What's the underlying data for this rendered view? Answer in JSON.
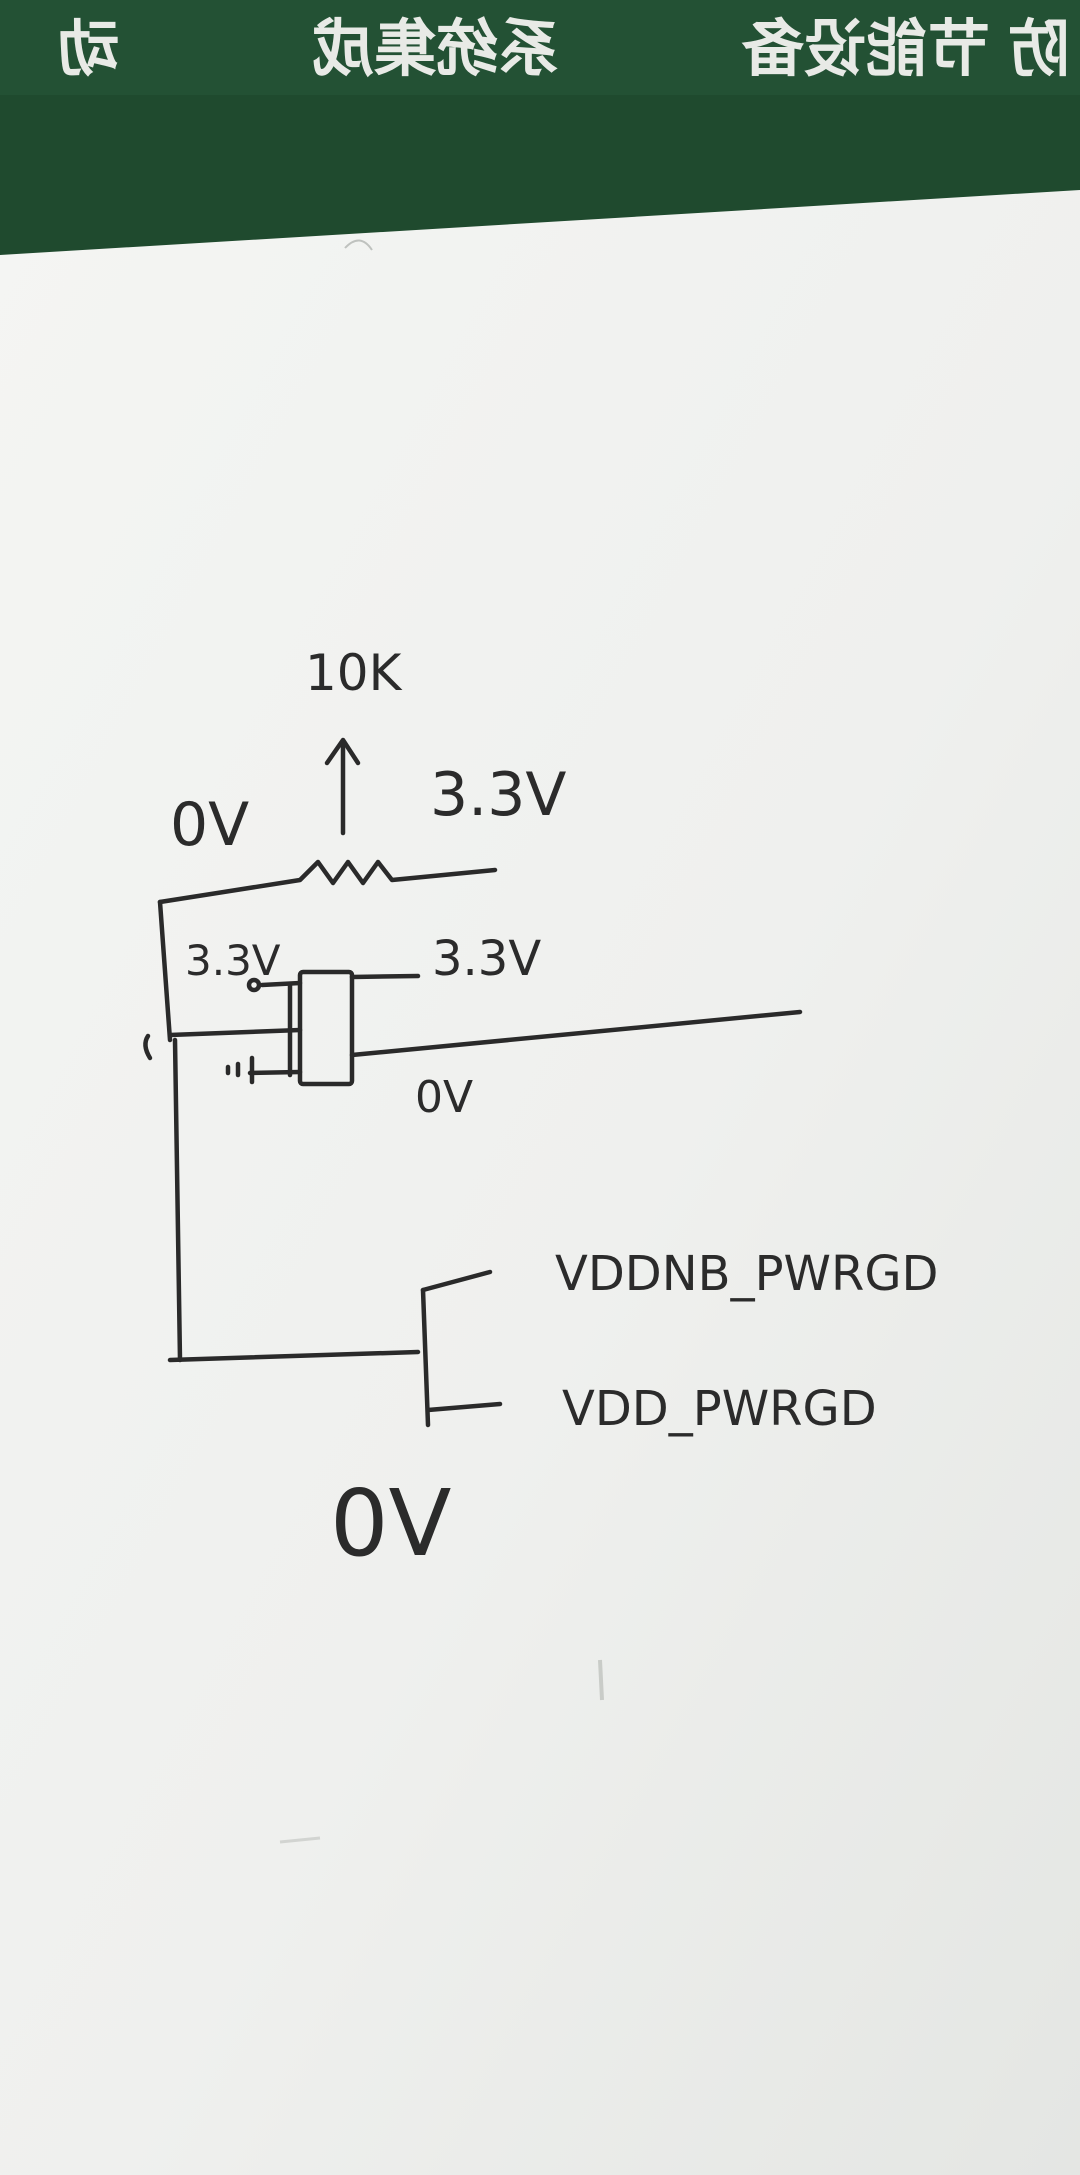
{
  "background_sign": {
    "color": "#1f4a2e",
    "text_color": "#e8eae6",
    "segments": [
      "动",
      "系统集成",
      "节能设备",
      "防"
    ]
  },
  "paper": {
    "color": "#f1f2f0"
  },
  "schematic": {
    "ink_color": "#2a2a2a",
    "labels": {
      "resistor_value": "10K",
      "pot_left": "0V",
      "pot_right": "3.3V",
      "switch_left": "3.3V",
      "switch_right_top": "3.3V",
      "switch_right_bottom": "0V",
      "out_top": "VDDNB_PWRGD",
      "out_bottom": "VDD_PWRGD",
      "ground": "0V"
    }
  }
}
